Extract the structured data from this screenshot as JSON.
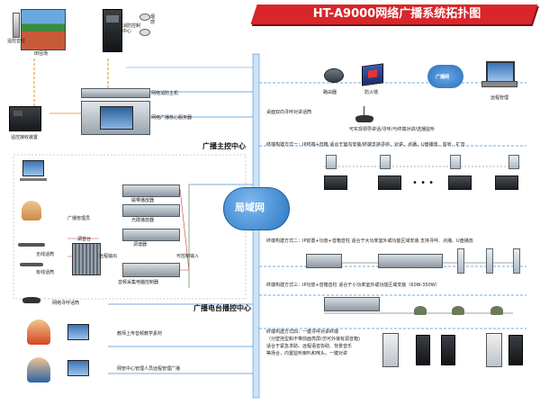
{
  "title": "HT-A9000网络广播系统拓扑图",
  "center": {
    "label": "局域网"
  },
  "sections": {
    "main_control": "广播主控中心",
    "studio_control": "广播电台播控中心"
  },
  "top_left": {
    "remote_amp": "遥控音柱",
    "field": "田径场",
    "fire_center": "消防控制中心",
    "smoke": "烟感",
    "receiver": "遥控接收装置",
    "fire_host": "网络消防主机",
    "core_server": "网络广播核心服务器"
  },
  "top_right": {
    "router": "路由器",
    "firewall": "防火墙",
    "network": "广播网",
    "remote_mgmt": "远程管理"
  },
  "studio": {
    "manager": "广播管理员",
    "mixer": "调音台",
    "wireless_mic": "无线话筒",
    "wired_mic": "有线话筒",
    "tuner": "调谐器",
    "cd": "光碟播放器",
    "tape": "磁带播放器",
    "audio_ctrl": "音频采集电脑控制器",
    "remote_out": "远程输出",
    "cue_in": "可控制输入"
  },
  "paging": {
    "label": "网络寻呼话筒"
  },
  "desktop_mic": "桌面双向寻呼对讲话筒",
  "mic_note": "可实现领导讲话/寻呼/与终端对讲/选播监听",
  "modes": {
    "mode1": "终端构建方式一：IP终端+音箱 适合于室内安装/终端支持寻呼、对讲、点播、U盘播放、监听、扩音",
    "mode2": "终端构建方式二：IP前置+功放+音箱音柱 适合于大功率室外或功能区域安装 支持寻呼、点播、U盘播放",
    "mode3": "终端构建方式三：IP功放+音箱音柱 适合于小功率室外或功能区域安装（60W-350W）",
    "mode4_title": "终端构建方式四：一键寻呼对讲终端",
    "mode4_line1": "（分壁挂型和不带前面亮屏(仿可外接有源音箱)",
    "mode4_line2": "适合于紧急求助、远程语音协助、背景音乐",
    "mode4_line3": "等场合，内置监听喇叭和咪头，一键对讲"
  },
  "bottom": {
    "teacher": "教师上传音频教学素材",
    "admin": "网管中心管理人员远程管理广播"
  },
  "colors": {
    "title_bg": "#d8262b",
    "network_blue": "#2a78c4",
    "line_blue": "#4a90d9",
    "arrow_orange": "#e8891c"
  }
}
